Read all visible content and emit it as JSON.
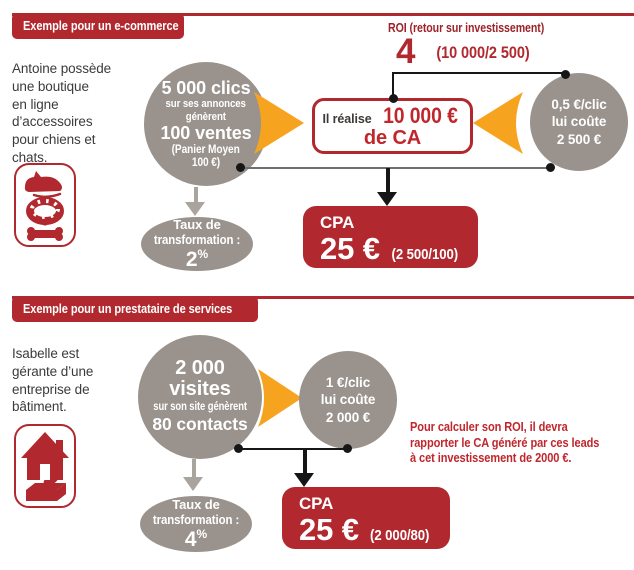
{
  "colors": {
    "accent": "#b1282e",
    "accent_bright": "#c0262c",
    "orange": "#f6a41f",
    "circle_gray": "#9a938d",
    "arrow_gray": "#aaa49e",
    "ink": "#3b3b3b"
  },
  "section1": {
    "badge": "Exemple pour un e-commerce",
    "intro_lines": [
      "Antoine possède",
      "une boutique",
      "en ligne",
      "d’accessoires",
      "pour chiens et",
      "chats."
    ],
    "clicks_circle": {
      "big1": "5 000 clics",
      "small1": "sur ses annonces",
      "small2": "génèrent",
      "big2": "100 ventes",
      "small3": "(Panier Moyen",
      "small4": "100 €)"
    },
    "revenue_box": {
      "prefix": "Il réalise",
      "amount": "10 000 €",
      "line2": "de CA"
    },
    "cost_circle": {
      "l1": "0,5 €/clic",
      "l2": "lui coûte",
      "l3": "2 500 €"
    },
    "roi": {
      "label": "ROI (retour sur investissement)",
      "value": "4",
      "calc": "(10 000/2 500)"
    },
    "conversion": {
      "l1": "Taux de",
      "l2": "transformation :",
      "value": "2",
      "unit": "%"
    },
    "cpa": {
      "label": "CPA",
      "amount": "25 €",
      "calc": "(2 500/100)"
    }
  },
  "section2": {
    "badge": "Exemple pour un prestataire de services",
    "intro_lines": [
      "Isabelle est",
      "gérante d’une",
      "entreprise de",
      "bâtiment."
    ],
    "visits_circle": {
      "big1": "2 000",
      "big2": "visites",
      "small1": "sur son site génèrent",
      "big3": "80 contacts"
    },
    "cost_circle": {
      "l1": "1 €/clic",
      "l2": "lui coûte",
      "l3": "2 000 €"
    },
    "note_lines": [
      "Pour calculer son ROI, il devra",
      "rapporter le CA généré par ces leads",
      "à cet investissement de 2000 €."
    ],
    "conversion": {
      "l1": "Taux de",
      "l2": "transformation :",
      "value": "4",
      "unit": "%"
    },
    "cpa": {
      "label": "CPA",
      "amount": "25 €",
      "calc": "(2 000/80)"
    }
  }
}
